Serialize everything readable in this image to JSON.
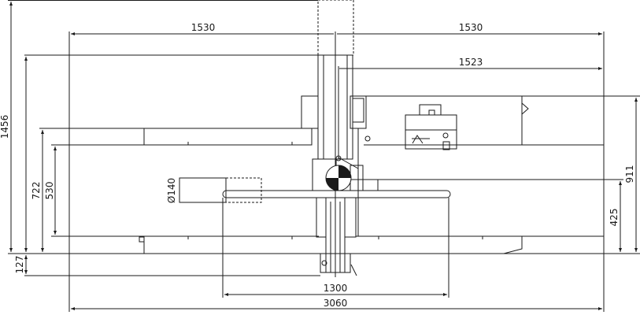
{
  "drawing": {
    "dimensions": {
      "width_left": "1530",
      "width_right": "1530",
      "rip_capacity": "1523",
      "total_depth": "1456",
      "depth_722": "722",
      "depth_530": "530",
      "depth_127": "127",
      "blade_diameter": "Ø140",
      "height_911": "911",
      "height_425": "425",
      "fence_length": "1300",
      "total_length": "3060"
    }
  }
}
